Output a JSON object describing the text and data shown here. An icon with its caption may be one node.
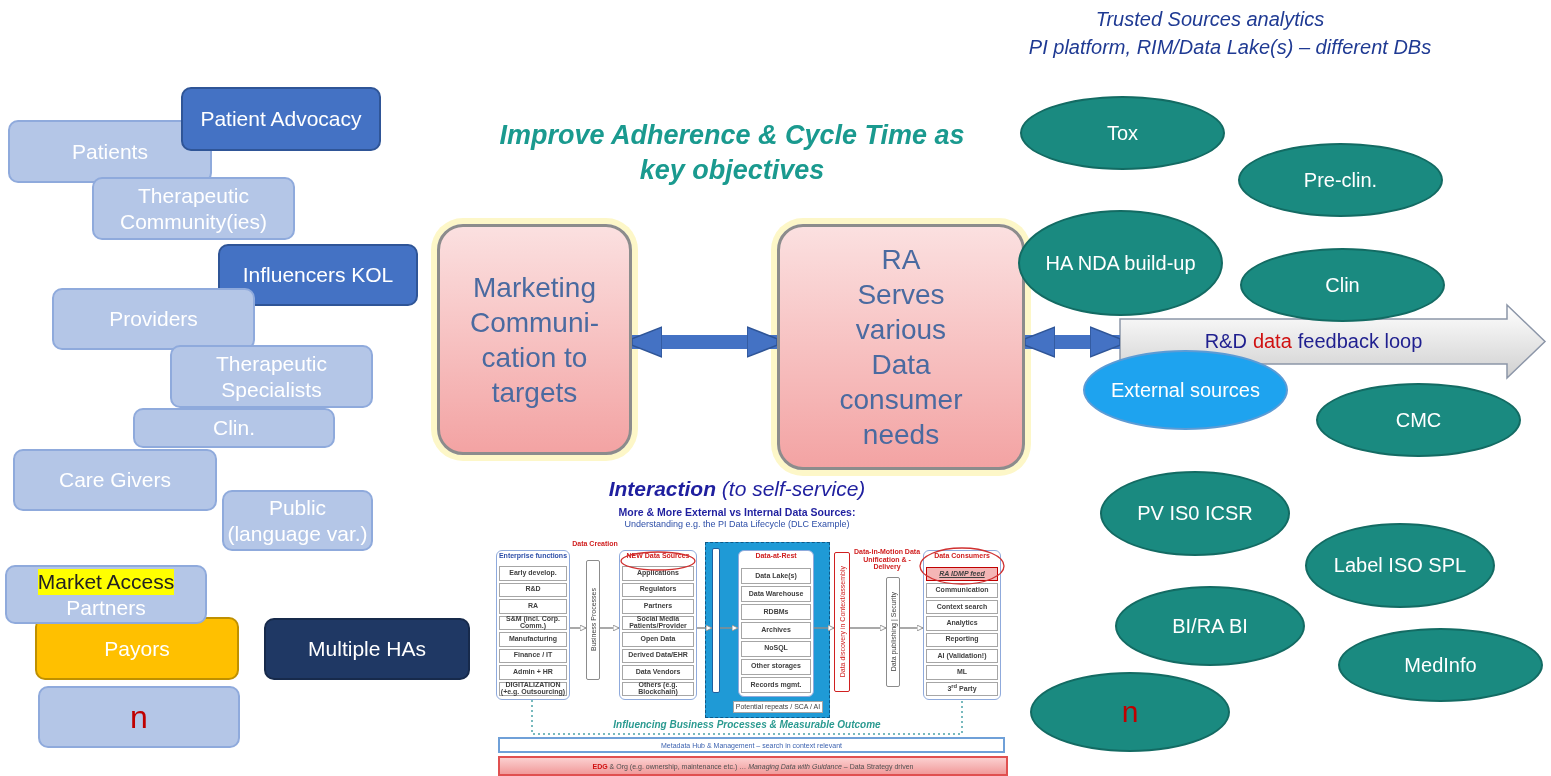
{
  "diagram": {
    "title": "Improve Adherence & Cycle Time as key objectives",
    "nodes": [
      {
        "text": [
          "Patient Advocacy"
        ]
      },
      {
        "text": [
          "Patients"
        ]
      },
      {
        "text": [
          "Therapeutic Community(ies)"
        ]
      },
      {
        "text": [
          "Influencers KOL"
        ]
      },
      {
        "text": [
          "Providers"
        ]
      },
      {
        "text": [
          "Therapeutic Specialists"
        ]
      },
      {
        "text": [
          "Clin."
        ]
      },
      {
        "text": [
          "Care Givers"
        ]
      },
      {
        "text": [
          "Public (language var.)"
        ]
      },
      {
        "text": [
          "Market Access",
          "Partners"
        ]
      },
      {
        "text": [
          "Payors"
        ]
      },
      {
        "text": [
          "Multiple HAs"
        ]
      },
      {
        "text": [
          "n"
        ]
      },
      {
        "text": [
          "Marketing Communi-cation to targets"
        ]
      },
      {
        "text": [
          "RA Serves various Data consumer needs"
        ]
      },
      {
        "text": [
          "R&D",
          "data",
          "feedback loop"
        ]
      },
      {
        "text": [
          "Tox"
        ]
      },
      {
        "text": [
          "Pre-clin."
        ]
      },
      {
        "text": [
          "HA NDA build-up"
        ]
      },
      {
        "text": [
          "Clin"
        ]
      },
      {
        "text": [
          "External sources"
        ]
      },
      {
        "text": [
          "CMC"
        ]
      },
      {
        "text": [
          "PV IS0 ICSR"
        ]
      },
      {
        "text": [
          "Label ISO SPL"
        ]
      },
      {
        "text": [
          "BI/RA BI"
        ]
      },
      {
        "text": [
          "MedInfo"
        ]
      },
      {
        "text": [
          "n"
        ]
      },
      {
        "text": [
          "Enterprise functions"
        ]
      },
      {
        "text": [
          "Early develop."
        ],
        "in": 27
      },
      {
        "text": [
          "R&D"
        ],
        "in": 27
      },
      {
        "text": [
          "RA"
        ],
        "in": 27
      },
      {
        "text": [
          "S&M (incl. Corp. Comm.)"
        ],
        "in": 27
      },
      {
        "text": [
          "Manufacturing"
        ],
        "in": 27
      },
      {
        "text": [
          "Finance / IT"
        ],
        "in": 27
      },
      {
        "text": [
          "Admin + HR"
        ],
        "in": 27
      },
      {
        "text": [
          "DIGITALIZATION (+e.g. Outsourcing)"
        ],
        "in": 27
      },
      {
        "text": [
          "Business Processes"
        ]
      },
      {
        "text": [
          "NEW Data Sources"
        ],
        "beside": [
          "Data Creation"
        ]
      },
      {
        "text": [
          "Applications"
        ],
        "in": 37
      },
      {
        "text": [
          "Regulators"
        ],
        "in": 37
      },
      {
        "text": [
          "Partners"
        ],
        "in": 37
      },
      {
        "text": [
          "Social Media Patients/Provider"
        ],
        "in": 37
      },
      {
        "text": [
          "Open Data"
        ],
        "in": 37
      },
      {
        "text": [
          "Derived Data/EHR"
        ],
        "in": 37
      },
      {
        "text": [
          "Data Vendors"
        ],
        "in": 37
      },
      {
        "text": [
          "Others (e.g. Blockchain)"
        ],
        "in": 37
      },
      {
        "text": [],
        "shape": "box"
      },
      {
        "text": [],
        "shape": "bar",
        "in": 46
      },
      {
        "text": [
          "Data-at-Rest"
        ],
        "in": 46
      },
      {
        "text": [
          "Data Lake(s)"
        ],
        "in": 48
      },
      {
        "text": [
          "Data Warehouse"
        ],
        "in": 48
      },
      {
        "text": [
          "RDBMs"
        ],
        "in": 48
      },
      {
        "text": [
          "Archives"
        ],
        "in": 48
      },
      {
        "text": [
          "NoSQL"
        ],
        "in": 48
      },
      {
        "text": [
          "Other storages"
        ],
        "in": 48
      },
      {
        "text": [
          "Records mgmt."
        ],
        "in": 48
      },
      {
        "text": [
          "Potential repeats / SCA / AI"
        ],
        "in": 46
      },
      {
        "text": [
          "Data discovery in Context/assembly"
        ]
      },
      {
        "text": [
          "Data publishing | Security"
        ],
        "beside": [
          "Data-in-Motion Data Unification & -Delivery"
        ]
      },
      {
        "text": [
          "Data Consumers"
        ]
      },
      {
        "text": [
          "RA IDMP feed"
        ],
        "in": 59
      },
      {
        "text": [
          "Communication"
        ],
        "in": 59
      },
      {
        "text": [
          "Context search"
        ],
        "in": 59
      },
      {
        "text": [
          "Analytics"
        ],
        "in": 59
      },
      {
        "text": [
          "Reporting"
        ],
        "in": 59
      },
      {
        "text": [
          "AI (Validation!)"
        ],
        "in": 59
      },
      {
        "text": [
          "ML"
        ],
        "in": 59
      },
      {
        "text": [
          "3$^{rd}$ Party"
        ],
        "in": 59
      },
      {
        "text": [
          "Metadata Hub & Management – search in context relevant"
        ]
      },
      {
        "text": [
          "**EDG** & Org (e.g. ownership, maintenance etc.) … *Managing Data with Guidance* – Data Strategy driven"
        ]
      }
    ],
    "edges": [
      {
        "from": 13,
        "to": 14,
        "arrow": "both",
        "style": "thick",
        "color": "#4472c4"
      },
      {
        "from": 14,
        "to": 15,
        "arrow": "both",
        "style": "thick",
        "color": "#4472c4"
      },
      {
        "from": 27,
        "to": 36,
        "arrow": "to"
      },
      {
        "from": 36,
        "to": 37,
        "arrow": "to"
      },
      {
        "from": 37,
        "to": 47,
        "arrow": "to"
      },
      {
        "from": 47,
        "to": 48,
        "arrow": "to"
      },
      {
        "from": 48,
        "to": 57,
        "arrow": "to"
      },
      {
        "from": 57,
        "to": 58,
        "arrow": "to"
      },
      {
        "from": 58,
        "to": 59,
        "arrow": "to"
      },
      {
        "from": 27,
        "to": 59,
        "arrow": "none",
        "style": "dashed",
        "color": "#4ba3a8",
        "label": "Influencing Business Processes & Measurable Outcome"
      }
    ],
    "labels": [
      "Trusted Sources analytics",
      "PI platform, RIM/Data Lake(s) – different DBs",
      "**Interaction** (to self-service)",
      "More & More External vs Internal Data Sources:",
      "Understanding e.g. the PI Data Lifecycle (DLC Example)"
    ]
  }
}
